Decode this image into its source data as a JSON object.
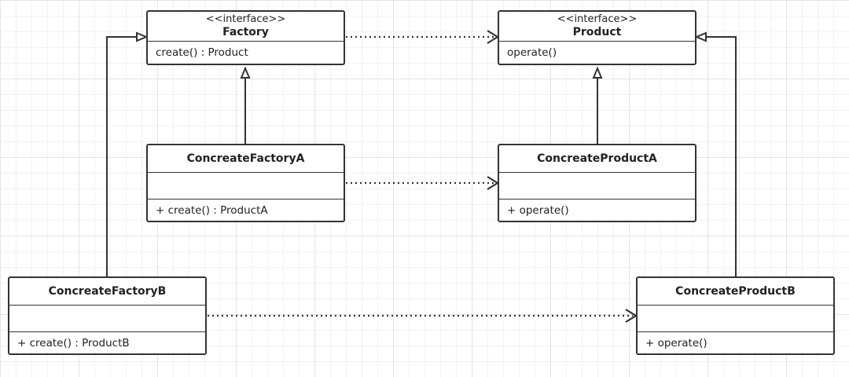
{
  "diagram": {
    "factory": {
      "stereotype": "<<interface>>",
      "name": "Factory",
      "method": "create() : Product"
    },
    "product": {
      "stereotype": "<<interface>>",
      "name": "Product",
      "method": "operate()"
    },
    "factory_a": {
      "name": "ConcreateFactoryA",
      "method": "+ create() : ProductA"
    },
    "product_a": {
      "name": "ConcreateProductA",
      "method": "+ operate()"
    },
    "factory_b": {
      "name": "ConcreateFactoryB",
      "method": "+ create() : ProductB"
    },
    "product_b": {
      "name": "ConcreateProductB",
      "method": "+ operate()"
    },
    "relations": [
      {
        "type": "realization",
        "from": "ConcreateFactoryA",
        "to": "Factory"
      },
      {
        "type": "realization",
        "from": "ConcreateFactoryB",
        "to": "Factory"
      },
      {
        "type": "realization",
        "from": "ConcreateProductA",
        "to": "Product"
      },
      {
        "type": "realization",
        "from": "ConcreateProductB",
        "to": "Product"
      },
      {
        "type": "dependency",
        "from": "Factory",
        "to": "Product"
      },
      {
        "type": "dependency",
        "from": "ConcreateFactoryA",
        "to": "ConcreateProductA"
      },
      {
        "type": "dependency",
        "from": "ConcreateFactoryB",
        "to": "ConcreateProductB"
      }
    ]
  }
}
